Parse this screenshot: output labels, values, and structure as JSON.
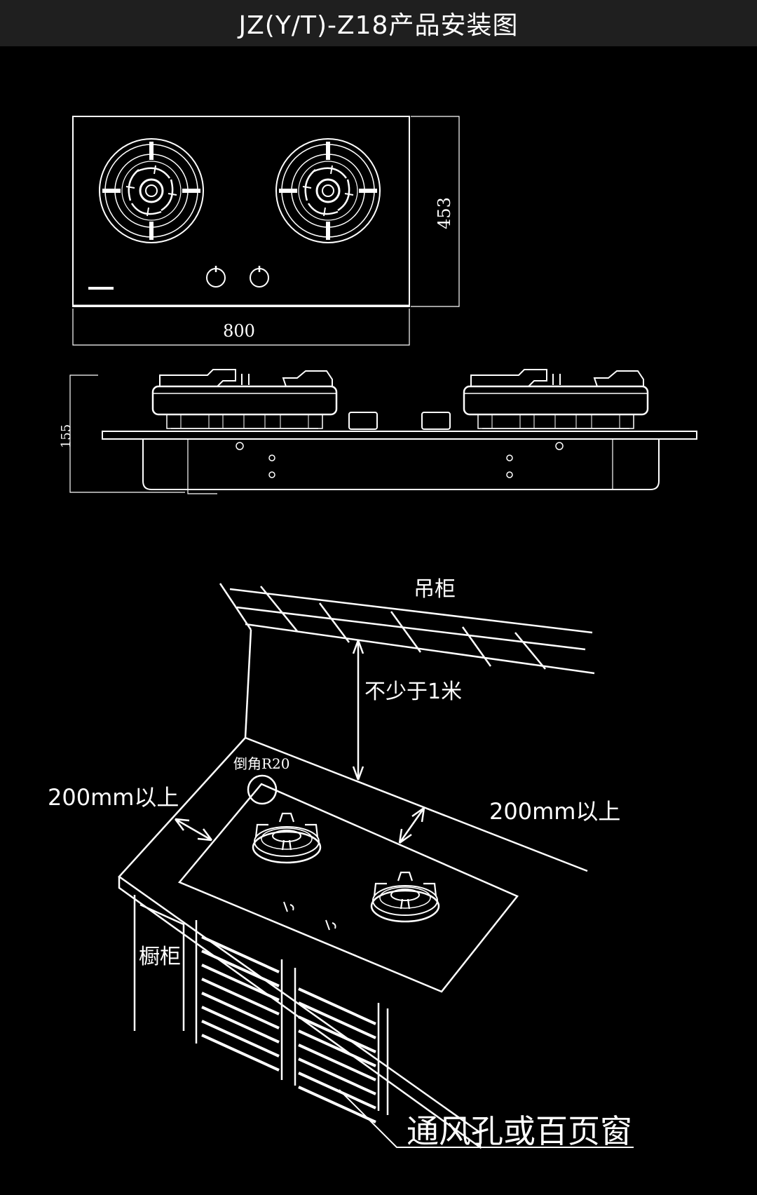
{
  "header": {
    "title": "JZ(Y/T)-Z18产品安装图"
  },
  "top_view": {
    "width_label": "800",
    "depth_label": "453"
  },
  "side_view": {
    "height_label": "155"
  },
  "install": {
    "cabinet_above": "吊柜",
    "min_height": "不少于1米",
    "corner": "倒角R20",
    "left_clearance": "200mm以上",
    "back_clearance": "200mm以上",
    "base_cabinet": "橱柜",
    "vent": "通风孔或百页窗"
  }
}
